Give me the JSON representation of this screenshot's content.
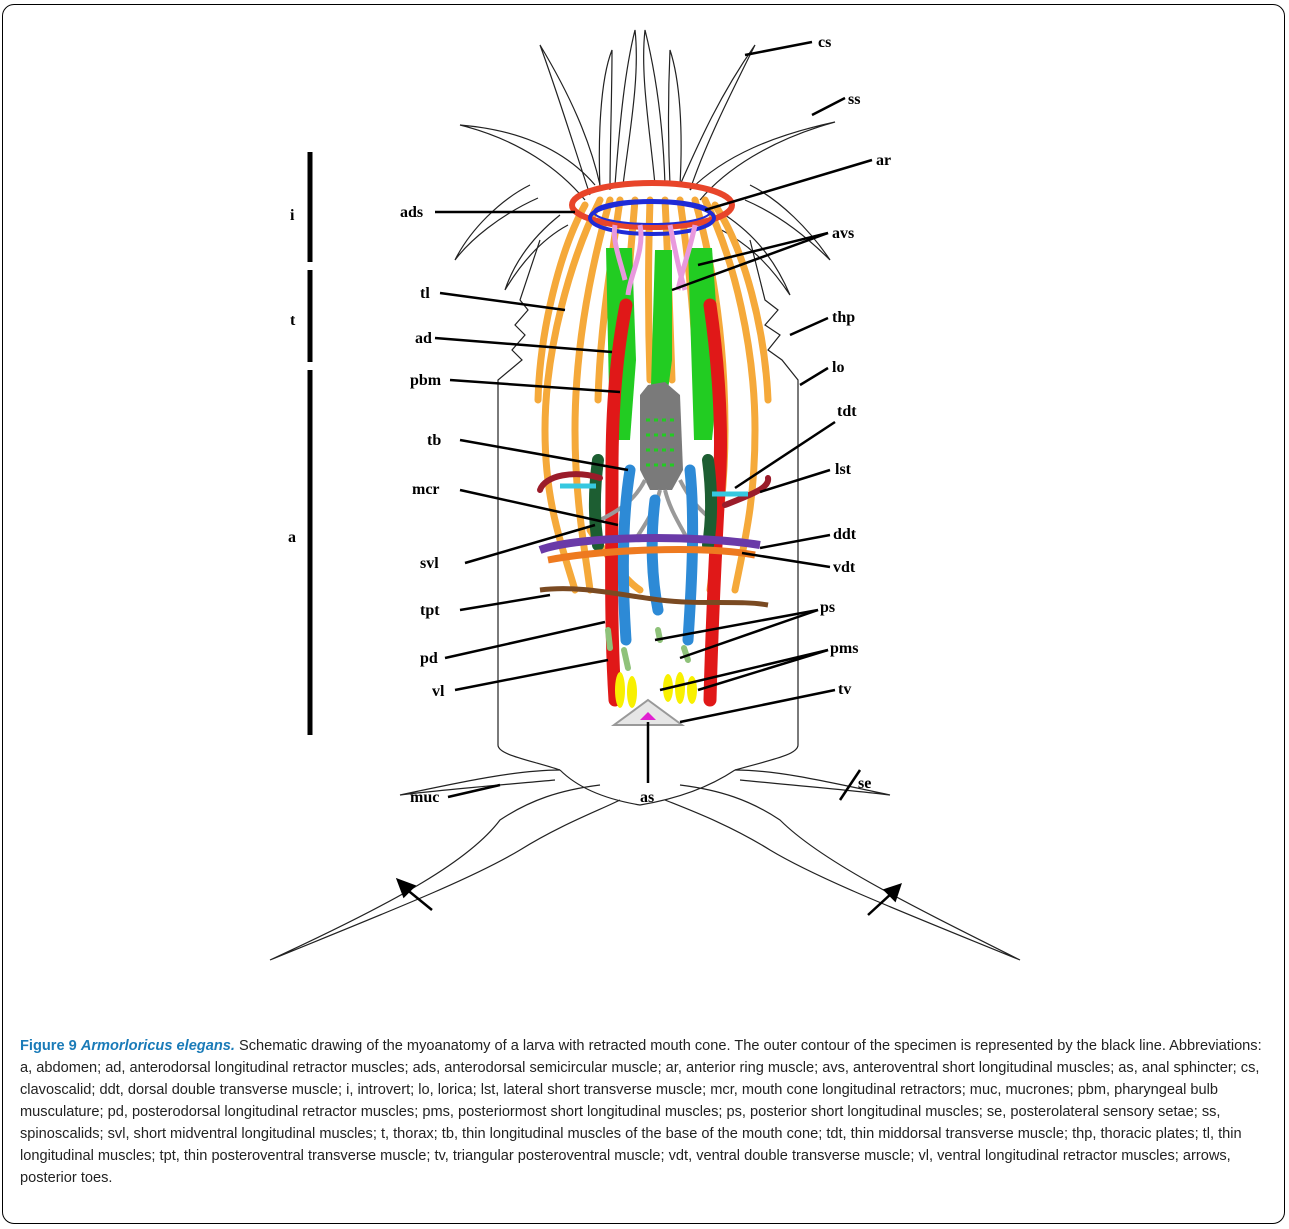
{
  "figure": {
    "number_label": "Figure 9",
    "species": "Armorloricus elegans.",
    "description": "Schematic drawing of the myoanatomy of a larva with retracted mouth cone. The outer contour of the specimen is represented by the black line. Abbreviations: a, abdomen; ad, anterodorsal longitudinal retractor muscles; ads, anterodorsal semicircular muscle; ar, anterior ring muscle; avs, anteroventral short longitudinal muscles; as, anal sphincter; cs, clavoscalid; ddt, dorsal double transverse muscle; i, introvert; lo, lorica; lst, lateral short transverse muscle; mcr, mouth cone longitudinal retractors; muc, mucrones; pbm, pharyngeal bulb musculature; pd, posterodorsal longitudinal retractor muscles; pms, posteriormost short longitudinal muscles; ps, posterior short longitudinal muscles; se, posterolateral sensory setae; ss, spinoscalids; svl, short midventral longitudinal muscles; t, thorax; tb, thin longitudinal muscles of the base of the mouth cone; tdt, thin middorsal transverse muscle; thp, thoracic plates; tl, thin longitudinal muscles; tpt, thin posteroventral transverse muscle; tv, triangular posteroventral muscle; vdt, ventral double transverse muscle; vl, ventral longitudinal retractor muscles; arrows, posterior toes."
  },
  "region_labels": {
    "i": "i",
    "t": "t",
    "a": "a"
  },
  "labels": {
    "cs": "cs",
    "ss": "ss",
    "ar": "ar",
    "ads": "ads",
    "avs": "avs",
    "tl": "tl",
    "thp": "thp",
    "ad": "ad",
    "lo": "lo",
    "pbm": "pbm",
    "tdt": "tdt",
    "tb": "tb",
    "lst": "lst",
    "mcr": "mcr",
    "ddt": "ddt",
    "svl": "svl",
    "vdt": "vdt",
    "tpt": "tpt",
    "ps": "ps",
    "pd": "pd",
    "pms": "pms",
    "vl": "vl",
    "tv": "tv",
    "se": "se",
    "muc": "muc",
    "as": "as"
  },
  "colors": {
    "thin_longitudinal": "#f5a93a",
    "ring_red": "#e8452a",
    "ring_blue": "#1f2bd6",
    "green": "#22cc22",
    "red": "#e01818",
    "pink": "#e899dd",
    "pharynx_gray": "#7a7a7a",
    "dark_green": "#1d5e32",
    "dark_red": "#9b1c2a",
    "cyan": "#36c8e0",
    "blue": "#2d8ad6",
    "purple": "#6a3aa8",
    "orange": "#ee7a20",
    "brown": "#7a4a22",
    "light_green": "#8fc27a",
    "yellow": "#f8f000",
    "magenta": "#e020d0",
    "caption_title": "#1a7bb8"
  }
}
